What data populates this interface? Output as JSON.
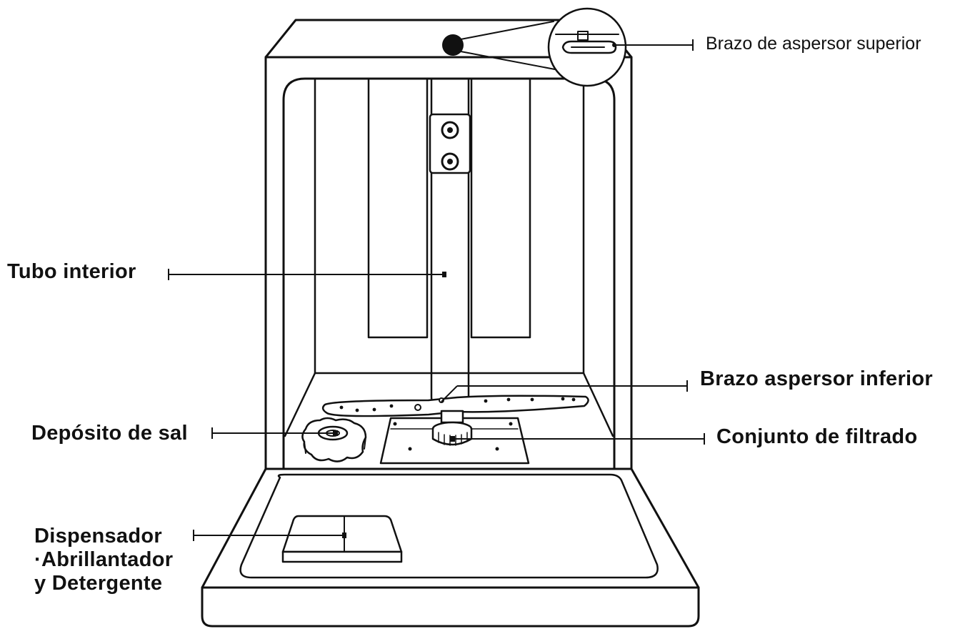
{
  "labels": {
    "upper_spray_arm": "Brazo de aspersor superior",
    "inner_tube": "Tubo interior",
    "lower_spray_arm": "Brazo aspersor inferior",
    "salt_container": "Depósito de sal",
    "filter_assembly": "Conjunto de filtrado",
    "dispenser_line1": "Dispensador",
    "dispenser_line2": "·Abrillantador",
    "dispenser_line3": "y Detergente"
  },
  "colors": {
    "line": "#111111",
    "fill": "#ffffff",
    "accent": "#222222"
  }
}
